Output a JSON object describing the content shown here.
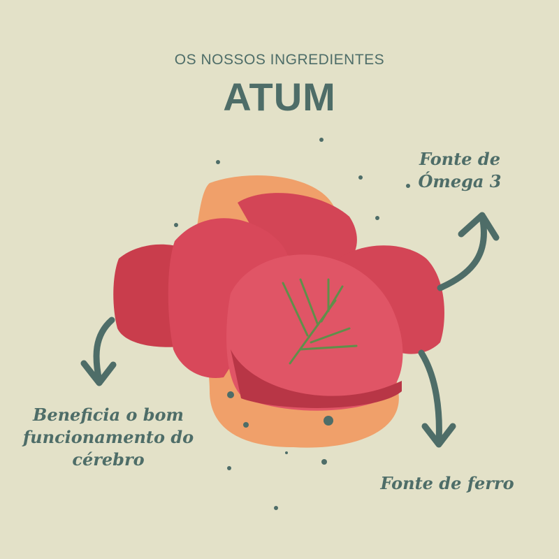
{
  "header": {
    "subtitle": "OS NOSSOS INGREDIENTES",
    "title": "ATUM"
  },
  "benefits": [
    {
      "line1": "Fonte de",
      "line2": "Ómega 3"
    },
    {
      "line1": "Beneficia o bom",
      "line2": "funcionamento do",
      "line3": "cérebro"
    },
    {
      "line1": "Fonte de ferro"
    }
  ],
  "colors": {
    "background": "#e3e1c8",
    "accent": "#4e6d68",
    "blob": "#f0a06a",
    "tuna": "#d8485a"
  }
}
